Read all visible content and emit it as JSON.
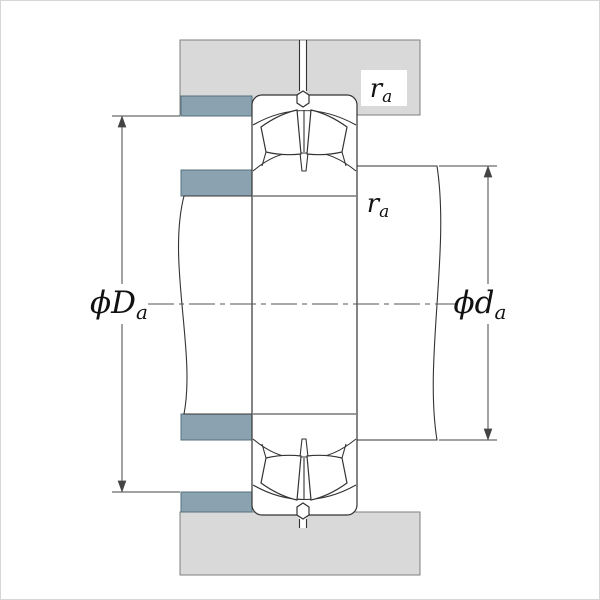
{
  "diagram": {
    "labels": {
      "housing_abutment_diameter": {
        "main": "ϕD",
        "sub": "a"
      },
      "shaft_abutment_diameter": {
        "main": "ϕd",
        "sub": "a"
      },
      "fillet_radius_housing": {
        "main": "r",
        "sub": "a"
      },
      "fillet_radius_shaft": {
        "main": "r",
        "sub": "a"
      }
    },
    "colors": {
      "housing_fill": "#d9d9d9",
      "housing_stroke": "#7f7f7f",
      "abutment_fill": "#8ba2b0",
      "abutment_stroke": "#53707e",
      "line_color": "#333333",
      "dim_color": "#444444"
    }
  }
}
